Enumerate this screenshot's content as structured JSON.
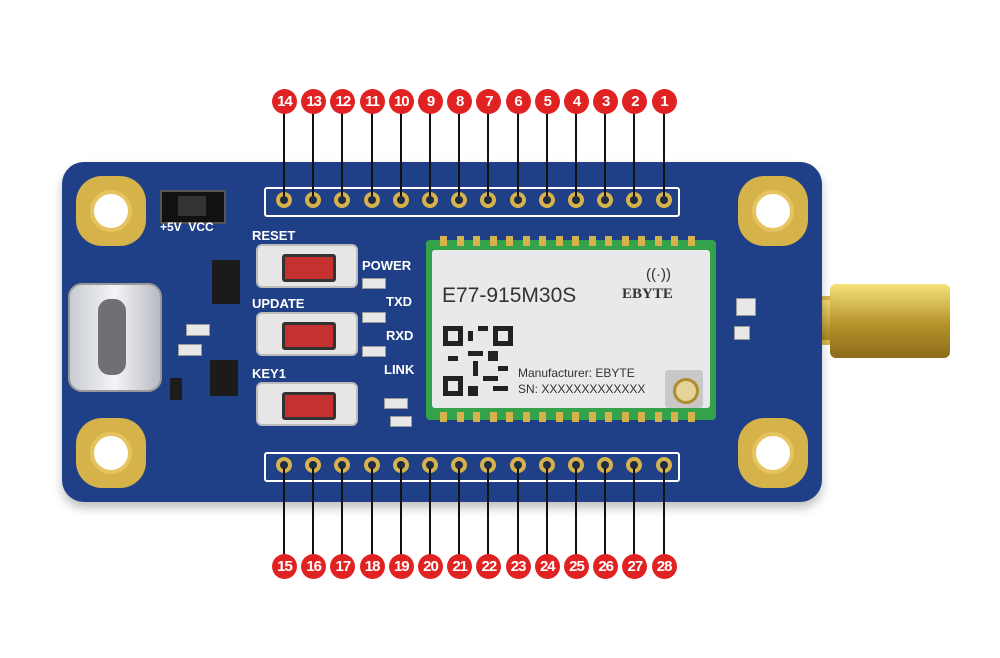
{
  "module": {
    "model": "E77-915M30S",
    "brand": "EBYTE",
    "manufacturer": "Manufacturer: EBYTE",
    "sn": "SN: XXXXXXXXXXXXX"
  },
  "silkscreen": {
    "vcc_label": "+5V  VCC",
    "reset": "RESET",
    "update": "UPDATE",
    "key1": "KEY1",
    "power": "POWER",
    "txd": "TXD",
    "rxd": "RXD",
    "link": "LINK"
  },
  "pins_top": [
    "14",
    "13",
    "12",
    "11",
    "10",
    "9",
    "8",
    "7",
    "6",
    "5",
    "4",
    "3",
    "2",
    "1"
  ],
  "pins_bottom": [
    "15",
    "16",
    "17",
    "18",
    "19",
    "20",
    "21",
    "22",
    "23",
    "24",
    "25",
    "26",
    "27",
    "28"
  ],
  "colors": {
    "pcb": "#1f3f86",
    "gold": "#d6b24a",
    "marker": "#e12222",
    "module_pcb": "#34a24a"
  }
}
